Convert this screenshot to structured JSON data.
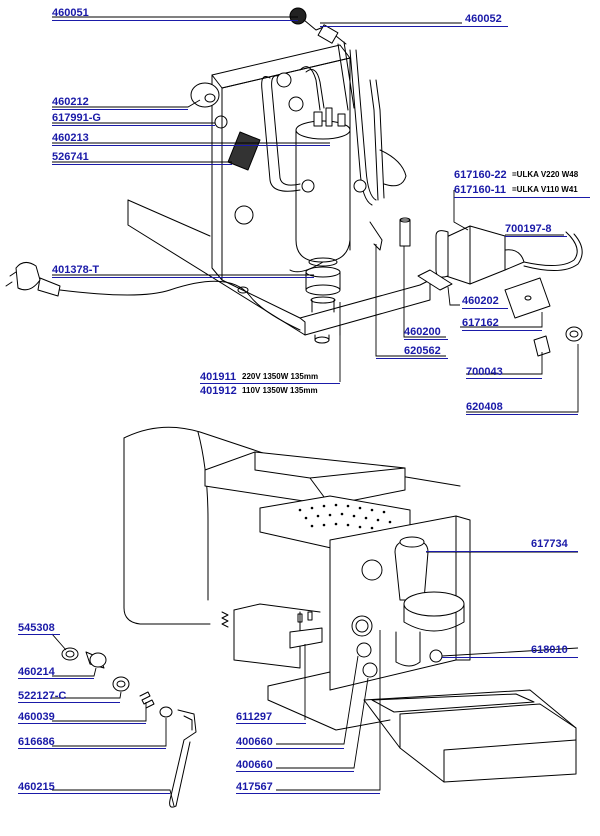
{
  "parts": {
    "p460051": "460051",
    "p460052": "460052",
    "p460212": "460212",
    "p617991g": "617991-G",
    "p460213": "460213",
    "p526741": "526741",
    "p617160_22": "617160-22",
    "p617160_11": "617160-11",
    "p700197_8": "700197-8",
    "p401378t": "401378-T",
    "p460202": "460202",
    "p617162": "617162",
    "p460200": "460200",
    "p620562": "620562",
    "p401911": "401911",
    "p401912": "401912",
    "p700043": "700043",
    "p620408": "620408",
    "p617734": "617734",
    "p545308": "545308",
    "p618010": "618010",
    "p460214": "460214",
    "p522127c": "522127-C",
    "p460039": "460039",
    "p611297": "611297",
    "p616686": "616686",
    "p400660a": "400660",
    "p400660b": "400660",
    "p460215": "460215",
    "p417567": "417567"
  },
  "notes": {
    "pump_220": "=ULKA V220 W48",
    "pump_110": "=ULKA V110 W41",
    "heater_220": "220V 1350W 135mm",
    "heater_110": "110V 1350W 135mm"
  },
  "colors": {
    "label": "#1a1aa8",
    "line": "#000000"
  }
}
